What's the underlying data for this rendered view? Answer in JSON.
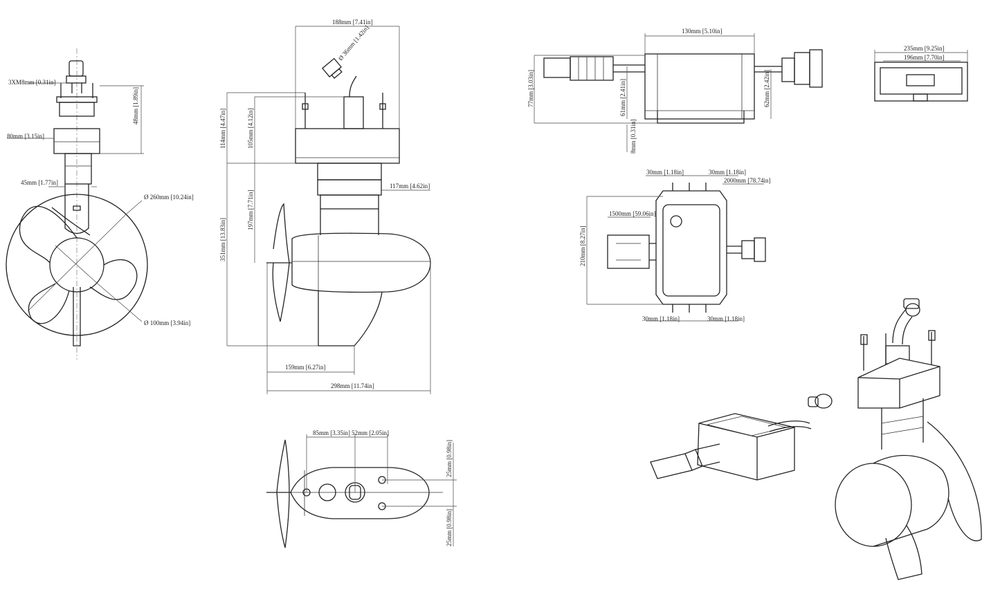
{
  "drawing": {
    "side_view": {
      "bolt": "3XM8mm",
      "bolt_in": "0.31in",
      "flange": "80mm",
      "flange_in": "3.15in",
      "shaft": "45mm",
      "shaft_in": "1.77in",
      "flange_h": "48mm",
      "flange_h_in": "1.89in",
      "prop_dia": "260mm",
      "prop_dia_in": "10.24in",
      "hub_dia": "100mm",
      "hub_dia_in": "3.94in",
      "dia_symbol": "Ø"
    },
    "front_view": {
      "top_w": "188mm",
      "top_w_in": "7.41in",
      "cable_dia": "36mm",
      "cable_dia_in": "1.42in",
      "h114": "114mm",
      "h114_in": "4.47in",
      "h105": "105mm",
      "h105_in": "4.12in",
      "h197": "197mm",
      "h197_in": "7.71in",
      "h351": "351mm",
      "h351_in": "13.83in",
      "w117": "117mm",
      "w117_in": "4.62in",
      "w159": "159mm",
      "w159_in": "6.27in",
      "w298": "298mm",
      "w298_in": "11.74in"
    },
    "bottom_view": {
      "d85": "85mm",
      "d85_in": "3.35in",
      "d52": "52mm",
      "d52_in": "2.05in",
      "d25a": "25mm",
      "d25a_in": "0.98in",
      "d25b": "25mm",
      "d25b_in": "0.98in"
    },
    "controller_side": {
      "w130": "130mm",
      "w130_in": "5.10in",
      "h77": "77mm",
      "h77_in": "3.03in",
      "h61": "61mm",
      "h61_in": "2.41in",
      "h8": "8mm",
      "h8_in": "0.31in",
      "h62": "62mm",
      "h62_in": "2.42in"
    },
    "controller_end": {
      "w235": "235mm",
      "w235_in": "9.25in",
      "w196": "196mm",
      "w196_in": "7.70in"
    },
    "controller_top": {
      "t30a": "30mm",
      "t30a_in": "1.18in",
      "t30b": "30mm",
      "t30b_in": "1.18in",
      "cable2000": "2000mm",
      "cable2000_in": "78.74in",
      "cable1500": "1500mm",
      "cable1500_in": "59.06in",
      "h210": "210mm",
      "h210_in": "8.27in",
      "b30a": "30mm",
      "b30a_in": "1.18in",
      "b30b": "30mm",
      "b30b_in": "1.18in"
    }
  }
}
